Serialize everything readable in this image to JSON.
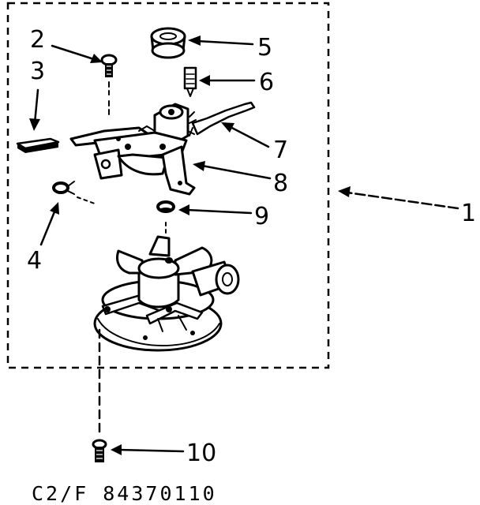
{
  "callouts": {
    "c1": "1",
    "c2": "2",
    "c3": "3",
    "c4": "4",
    "c5": "5",
    "c6": "6",
    "c7": "7",
    "c8": "8",
    "c9": "9",
    "c10": "10"
  },
  "figure_code": "C2/F 84370110",
  "colors": {
    "ink": "#000000",
    "paper": "#ffffff"
  }
}
